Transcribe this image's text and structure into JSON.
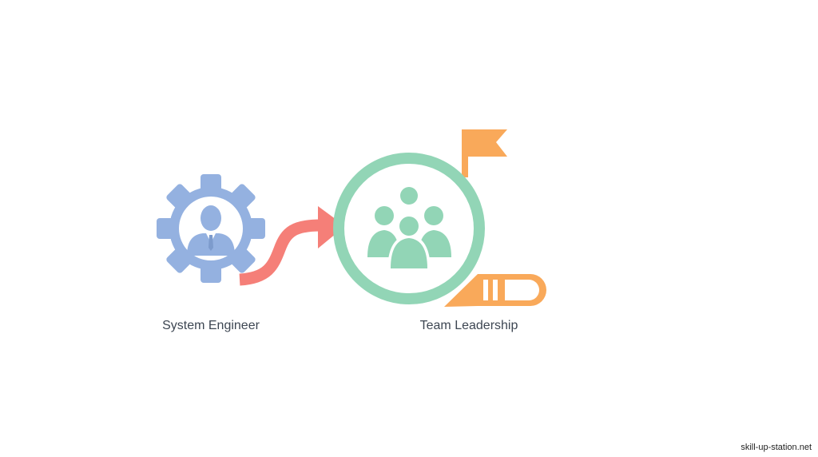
{
  "nodes": [
    {
      "label": "System Engineer",
      "icon": "gear-person-icon",
      "color": "#94b1e0"
    },
    {
      "label": "Team Leadership",
      "icon": "team-circle-icon",
      "color": "#92d5b6"
    }
  ],
  "connector": {
    "icon": "curved-arrow-icon",
    "color": "#f57f78"
  },
  "milestone": {
    "icon": "flag-icon",
    "color": "#f9a95a"
  },
  "watermark": "skill-up-station.net"
}
